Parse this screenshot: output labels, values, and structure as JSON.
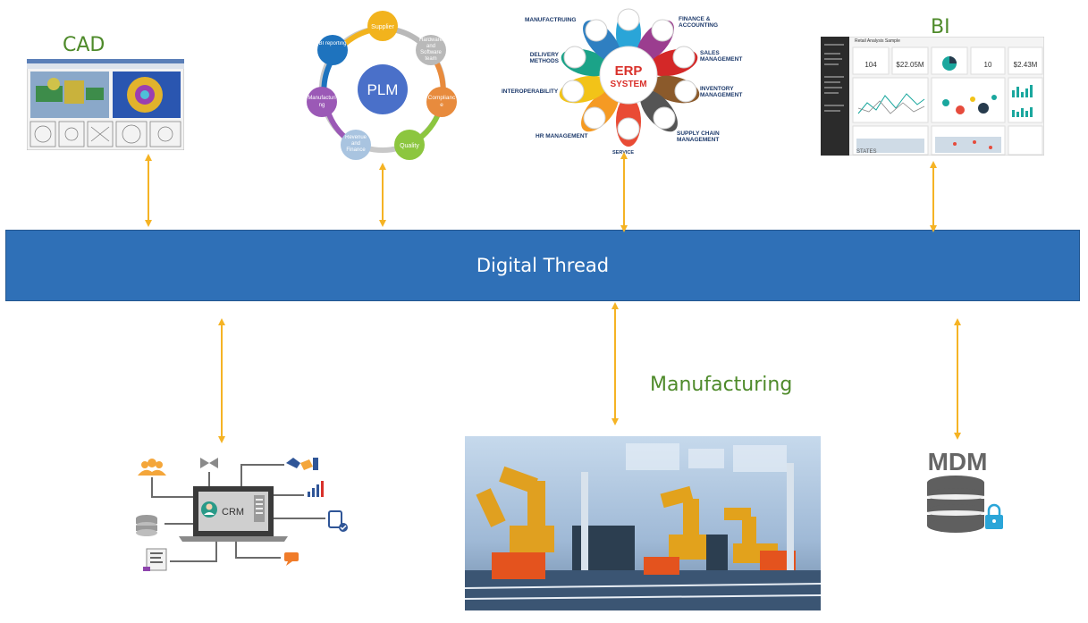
{
  "labels": {
    "cad": "CAD",
    "bi": "BI",
    "manufacturing": "Manufacturing",
    "digital_thread": "Digital Thread"
  },
  "plm": {
    "center": "PLM",
    "nodes": [
      "Supplier",
      "Hardware and Software team",
      "Compliance",
      "Quality",
      "Revenue and Finance",
      "Manufacturing",
      "BI reporting"
    ]
  },
  "erp": {
    "center_top": "ERP",
    "center_bottom": "SYSTEM",
    "items": [
      "MANUFACTRUING",
      "FINANCE & ACCOUNTING",
      "SALES MANAGEMENT",
      "INVENTORY MANAGEMENT",
      "SUPPLY CHAIN MANAGEMENT",
      "HR MANAGEMENT",
      "INTEROPERABILITY",
      "DELIVERY METHODS",
      "SERVICE"
    ]
  },
  "bi_dashboard": {
    "title": "Retail Analysis Sample",
    "kpis": [
      "104",
      "$22.05M",
      "10",
      "$2.43M"
    ],
    "map_label": "STATES"
  },
  "crm": {
    "label": "CRM"
  },
  "mdm": {
    "label": "MDM"
  },
  "colors": {
    "thread": "#2f70b7",
    "arrow": "#f5b324",
    "label": "#4e8a2a"
  }
}
